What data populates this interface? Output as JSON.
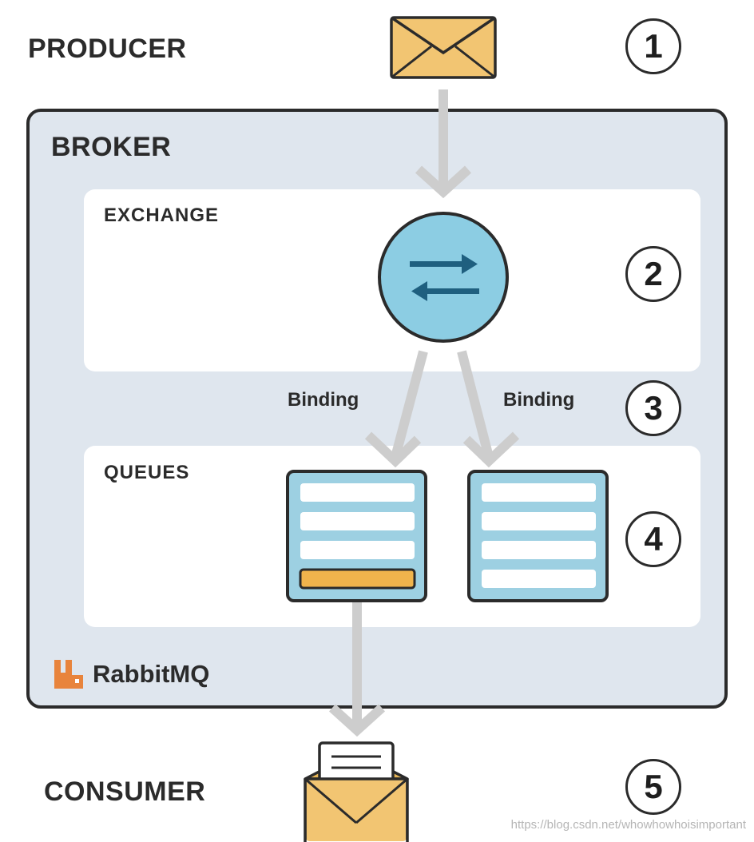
{
  "labels": {
    "producer": "PRODUCER",
    "broker": "BROKER",
    "exchange": "EXCHANGE",
    "queues": "QUEUES",
    "consumer": "CONSUMER",
    "binding_left": "Binding",
    "binding_right": "Binding",
    "brand": "RabbitMQ"
  },
  "steps": [
    "1",
    "2",
    "3",
    "4",
    "5"
  ],
  "queues": [
    {
      "slots": 4,
      "highlighted_slot": 4
    },
    {
      "slots": 4,
      "highlighted_slot": null
    }
  ],
  "watermark": "https://blog.csdn.net/whowhowhoisimportant",
  "colors": {
    "broker_bg": "#dfe6ee",
    "panel_bg": "#ffffff",
    "exchange_circle": "#8ccde3",
    "exchange_arrows": "#1f5f7f",
    "queue_fill": "#9dd0e2",
    "message_orange": "#f2c572",
    "message_highlight": "#f0b44c",
    "arrow_gray": "#cdcdcd",
    "outline": "#2b2b2b"
  }
}
